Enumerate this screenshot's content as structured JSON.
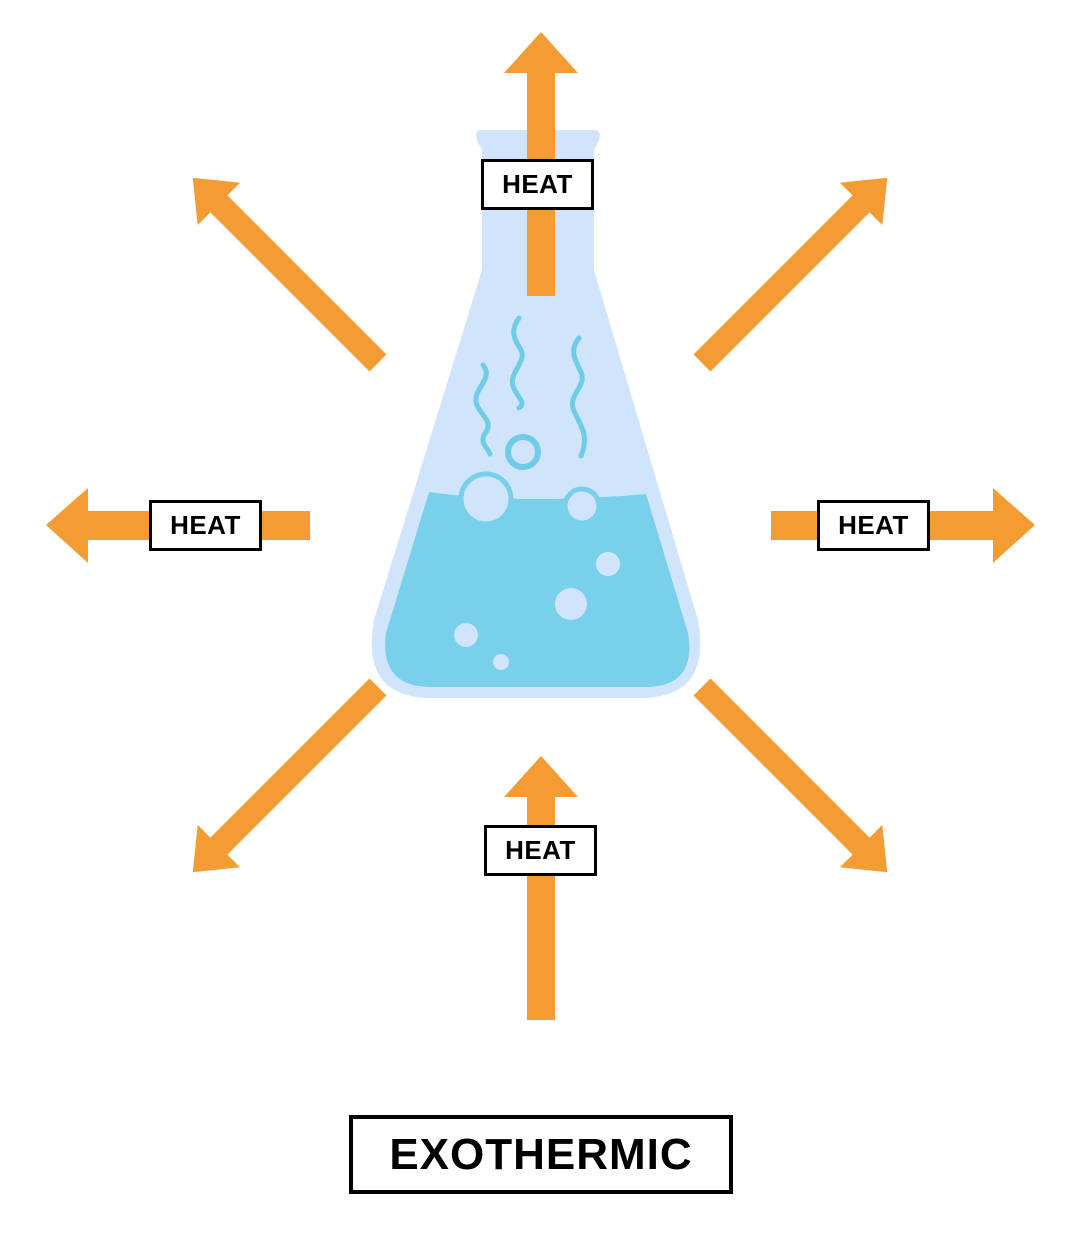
{
  "labels": {
    "heat_top": "HEAT",
    "heat_left": "HEAT",
    "heat_right": "HEAT",
    "heat_bottom": "HEAT"
  },
  "caption": "EXOTHERMIC",
  "colors": {
    "arrow": "#F39C33",
    "flask_glass": "#D0E4FC",
    "liquid": "#78D0EA",
    "bubble": "#D0E4FC",
    "steam": "#6FCCE6",
    "label_border": "#000000",
    "background": "#FFFFFF"
  },
  "icons": [
    "erlenmeyer-flask-icon",
    "steam-wave-icon",
    "bubble-icon",
    "arrow-icon"
  ]
}
